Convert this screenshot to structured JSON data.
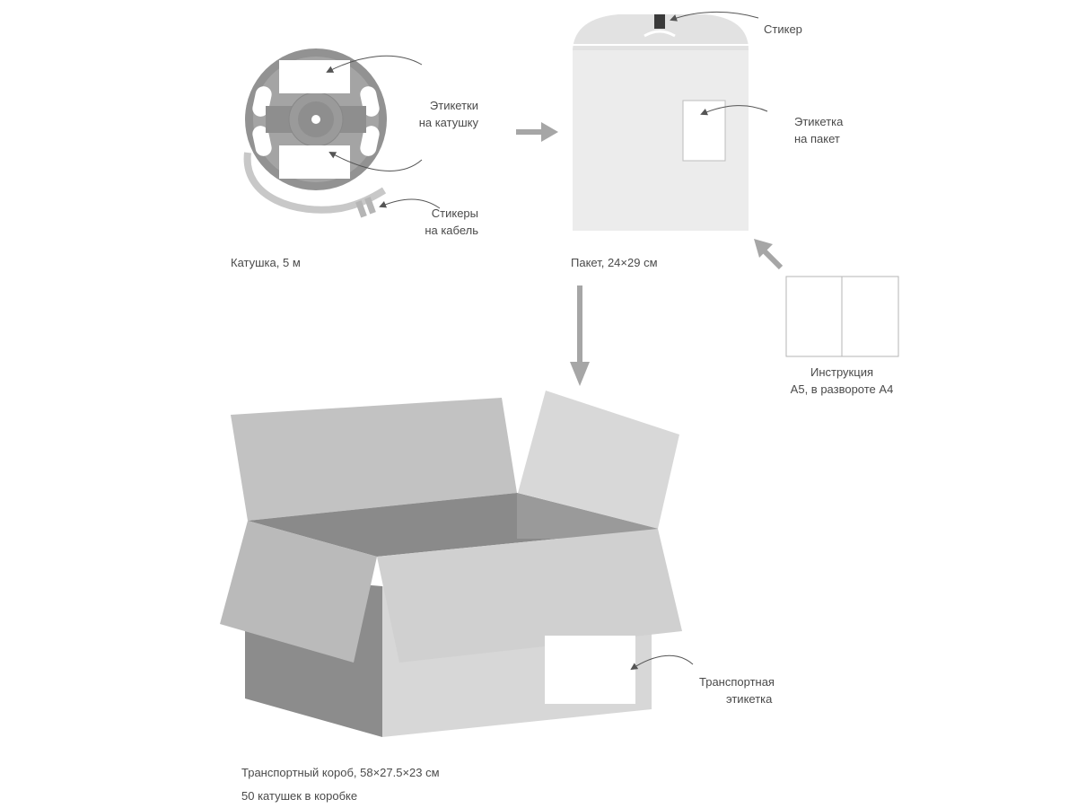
{
  "reel": {
    "caption": "Катушка, 5 м",
    "labels_line1": "Этикетки",
    "labels_line2": "на катушку",
    "stickers_line1": "Стикеры",
    "stickers_line2": "на кабель"
  },
  "bag": {
    "caption": "Пакет, 24×29 см",
    "sticker": "Стикер",
    "label_line1": "Этикетка",
    "label_line2": "на пакет"
  },
  "manual": {
    "line1": "Инструкция",
    "line2": "А5, в развороте А4"
  },
  "box": {
    "label_line1": "Транспортная",
    "label_line2": "этикетка",
    "caption_line1": "Транспортный короб, 58×27.5×23 см",
    "caption_line2": "50 катушек в коробке"
  },
  "colors": {
    "reel_dark": "#8c8c8c",
    "reel_mid": "#9f9f9f",
    "bag": "#ebebeb",
    "arrow": "#a6a6a6",
    "box_dark": "#808080",
    "box_mid": "#b0b0b0",
    "box_light": "#d4d4d4",
    "box_front": "#d9d9d9"
  }
}
